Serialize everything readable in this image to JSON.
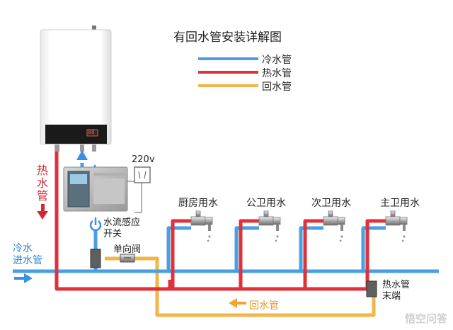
{
  "title": "有回水管安装详解图",
  "legend": [
    {
      "label": "冷水管",
      "color": "#4a9fe3"
    },
    {
      "label": "热水管",
      "color": "#e0303a"
    },
    {
      "label": "回水管",
      "color": "#f2b548"
    }
  ],
  "labels": {
    "hot_pipe": "热水管",
    "cold_inlet_line1": "冷水",
    "cold_inlet_line2": "进水管",
    "voltage": "220v",
    "flow_switch_line1": "水流感应",
    "flow_switch_line2": "开关",
    "check_valve": "单向阀",
    "hot_pipe_end_line1": "热水管",
    "hot_pipe_end_line2": "末端",
    "return_pipe": "回水管"
  },
  "fixtures": [
    "厨房用水",
    "公卫用水",
    "次卫用水",
    "主卫用水"
  ],
  "heater_display": "88",
  "watermark": "悟空问答",
  "icons": [
    "water-heater-icon",
    "circulation-pump-icon",
    "power-icon",
    "socket-icon",
    "faucet-icon",
    "check-valve-icon",
    "arrow-icon"
  ]
}
